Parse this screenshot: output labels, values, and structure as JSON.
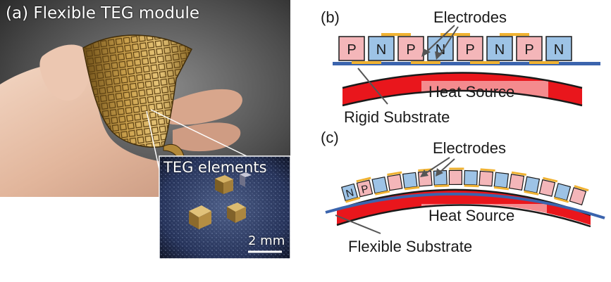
{
  "panel_a": {
    "label": "(a) Flexible TEG module",
    "inset_label": "TEG elements",
    "scale_label": "2 mm"
  },
  "panel_b": {
    "label": "(b)",
    "electrodes_label": "Electrodes",
    "heat_label": "Heat Source",
    "substrate_label": "Rigid Substrate",
    "elements": [
      "P",
      "N",
      "P",
      "N",
      "P",
      "N",
      "P",
      "N"
    ]
  },
  "panel_c": {
    "label": "(c)",
    "electrodes_label": "Electrodes",
    "heat_label": "Heat Source",
    "substrate_label": "Flexible Substrate",
    "element_labels": [
      "N",
      "P"
    ],
    "element_count": 16
  },
  "colors": {
    "p_type": "#f4b6b9",
    "n_type": "#9dc3e6",
    "electrode": "#f0b232",
    "substrate": "#3b64ad",
    "heat": "#e9161c",
    "outline": "#1a1a1a"
  }
}
